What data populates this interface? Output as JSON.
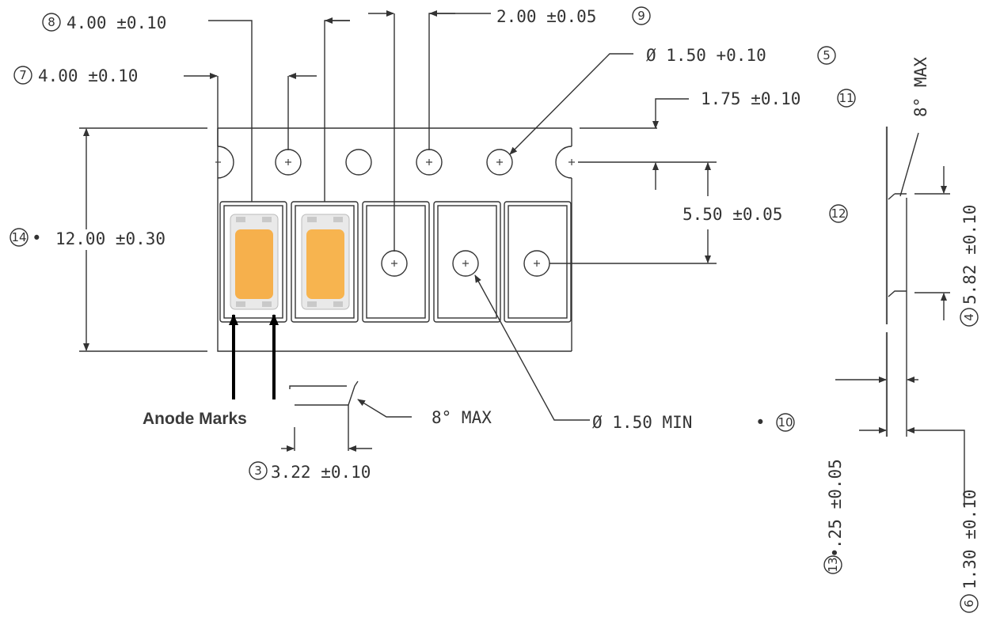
{
  "dimensions": {
    "d8": {
      "marker": "8",
      "value": "4.00 ±0.10"
    },
    "d7": {
      "marker": "7",
      "value": "4.00 ±0.10"
    },
    "d9": {
      "marker": "9",
      "value": "2.00 ±0.05"
    },
    "d5": {
      "marker": "5",
      "value": "Ø  1.50 +0.10"
    },
    "d11": {
      "marker": "11",
      "value": "1.75 ±0.10"
    },
    "d12": {
      "marker": "12",
      "value": "5.50 ±0.05"
    },
    "d14": {
      "marker": "14",
      "value": "12.00 ±0.30"
    },
    "d10": {
      "marker": "10",
      "value": "Ø  1.50 MIN"
    },
    "d3": {
      "marker": "3",
      "value": "3.22 ±0.10"
    },
    "draft_bottom": {
      "value": "8°  MAX"
    },
    "draft_side": {
      "value": "8°  MAX"
    },
    "d4": {
      "marker": "4",
      "value": "5.82 ±0.10"
    },
    "d13": {
      "marker": "13",
      "value": ".25 ±0.05"
    },
    "d6": {
      "marker": "6",
      "value": "1.30 ±0.10"
    }
  },
  "critical_mark": "•",
  "annotation": {
    "anode_marks": "Anode Marks"
  },
  "colors": {
    "led_fill": "#f6b04c",
    "led_frame": "#e8e8e8",
    "line": "#333333"
  }
}
